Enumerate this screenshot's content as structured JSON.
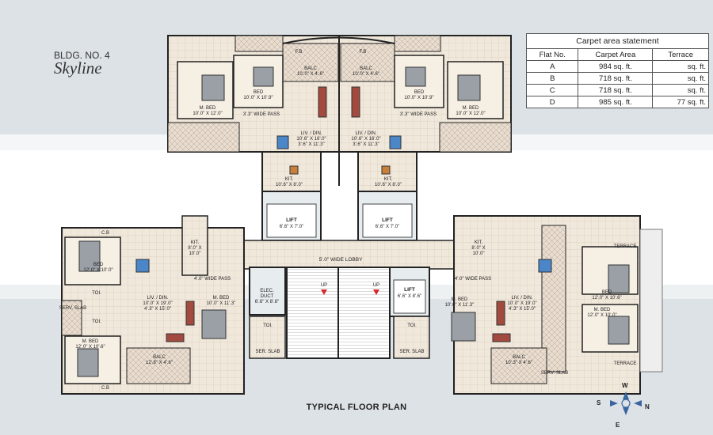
{
  "header": {
    "bldg_no": "BLDG. NO. 4",
    "name": "Skyline"
  },
  "caption": "TYPICAL FLOOR PLAN",
  "statement": {
    "title": "Carpet area statement",
    "columns": [
      "Flat No.",
      "Carpet Area",
      "Terrace"
    ],
    "rows": [
      {
        "flat": "A",
        "area": "984 sq. ft.",
        "terrace": "sq. ft."
      },
      {
        "flat": "B",
        "area": "718 sq. ft.",
        "terrace": "sq. ft."
      },
      {
        "flat": "C",
        "area": "718 sq. ft.",
        "terrace": "sq. ft."
      },
      {
        "flat": "D",
        "area": "985 sq. ft.",
        "terrace": "77 sq. ft."
      }
    ]
  },
  "compass": {
    "n": "N",
    "s": "S",
    "e": "E",
    "w": "W"
  },
  "labels": {
    "lobby": "5'.0\" WIDE LOBBY",
    "up": "UP",
    "lift1": "LIFT",
    "lift1_dim": "6'.6\" X 7'.0\"",
    "lift3": "LIFT",
    "lift3_dim": "6'.6\" X 8'.6\"",
    "elec": "ELEC.",
    "duct": "DUCT",
    "elec_dim": "6'.6\" X 8'.6\"",
    "fb": "F.B",
    "balc_top_l": "BALC",
    "balc_top_l_dim": "10'.0\" X 4'.6\"",
    "balc_top_r": "BALC",
    "balc_top_r_dim": "10'.0\" X 4'.6\"",
    "bed": "BED",
    "bed_dim_top": "10'.0\" X 10'.9\"",
    "mbed": "M. BED",
    "mbed_dim_top": "10'.0\" X 12'.0\"",
    "pass33": "3'.3\" WIDE PASS",
    "liv": "LIV. / DIN.",
    "liv_dim_top": "10'.6\" X 16'.0\"",
    "liv_dim_top2": "3'.6\" X 11'.3\"",
    "kit": "KIT.",
    "kit_dim_top": "10'.6\" X 8'.0\"",
    "kit_dim_side": "8'.0\" X",
    "kit_dim_side2": "10'.0\"",
    "pass40": "4'.0\" WIDE PASS",
    "bed_dim_side": "12'.0\" X 10'.0\"",
    "mbed_dim_side_l": "12'.0\" X 10'.6\"",
    "liv_dim_side": "10'.0\" X 19'.0\"",
    "liv_dim_side2": "4'.3\" X 15'.0\"",
    "mbed_dim_mid": "10'.0\" X 11'.3\"",
    "balc_side": "BALC",
    "balc_side_dim_l": "12'.8\" X 4'.6\"",
    "balc_side_dim_r": "10'.3\" X 4'.6\"",
    "bed_dim_right": "12'.0\" X 10'.6\"",
    "mbed_dim_right": "12'.0\" X 10'.0\"",
    "terrace": "TERRACE",
    "toi": "TOI.",
    "serv_slab": "SERV. SLAB",
    "cb": "C.B",
    "ser_slab": "SER. SLAB"
  }
}
